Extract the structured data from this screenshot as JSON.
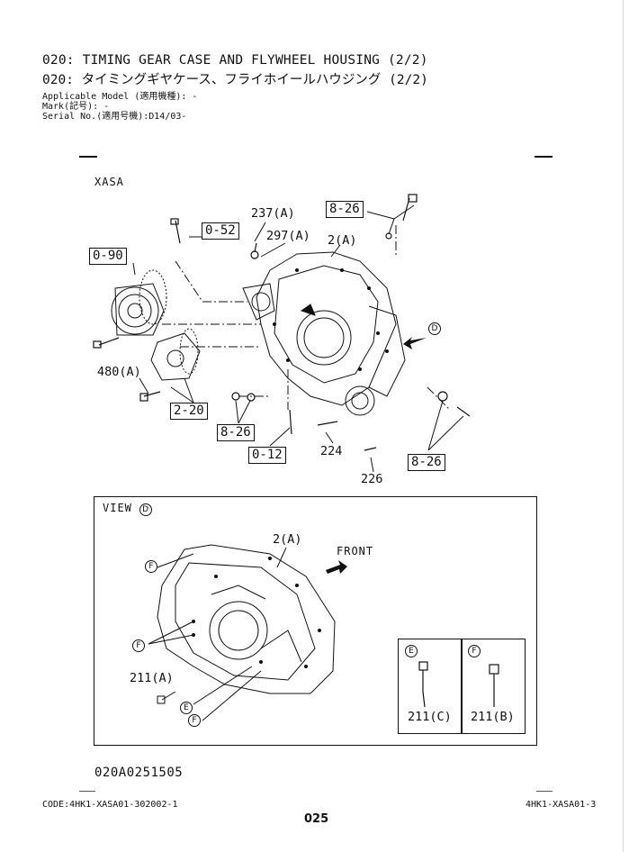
{
  "title_en": "020: TIMING GEAR CASE AND FLYWHEEL HOUSING (2/2)",
  "title_jp": "020: タイミングギヤケース、フライホイールハウジング (2/2)",
  "meta": {
    "model": "Applicable Model (適用機種): -",
    "mark": "Mark(記号): -",
    "serial": "Serial No.(適用号機):D14/03-"
  },
  "variant": "XASA",
  "diagram": {
    "boxed": {
      "b1": "0-52",
      "b2": "8-26",
      "b3": "0-90",
      "b4": "2-20",
      "b5": "8-26",
      "b6": "0-12",
      "b7": "8-26"
    },
    "labels": {
      "p237": "237(A)",
      "p297": "297(A)",
      "p2": "2(A)",
      "p480": "480(A)",
      "p224": "224",
      "p226": "226",
      "d_mark": "D"
    }
  },
  "view": {
    "title": "VIEW",
    "mark": "D",
    "front": "FRONT",
    "p2": "2(A)",
    "p211": "211(A)",
    "f": "F",
    "e": "E",
    "sub_e_mark": "E",
    "sub_e_part": "211(C)",
    "sub_f_mark": "F",
    "sub_f_part": "211(B)"
  },
  "code_id": "020A0251505",
  "footer": {
    "code": "CODE:4HK1-XASA01-302002-1",
    "page": "025",
    "ref": "4HK1-XASA01-3"
  }
}
